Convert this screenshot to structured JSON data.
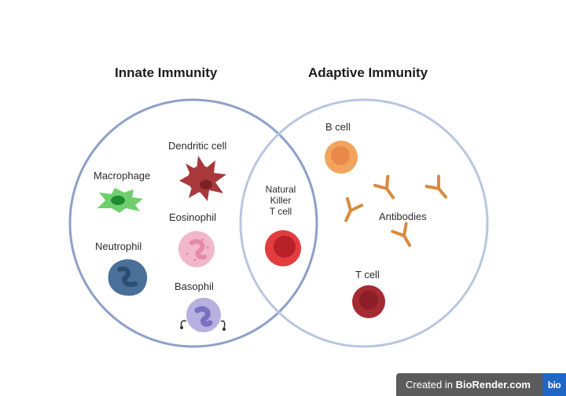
{
  "titles": {
    "innate": "Innate Immunity",
    "adaptive": "Adaptive Immunity"
  },
  "innate_cells": {
    "dendritic": "Dendritic cell",
    "macrophage": "Macrophage",
    "eosinophil": "Eosinophil",
    "neutrophil": "Neutrophil",
    "basophil": "Basophil"
  },
  "shared_cells": {
    "nk_line1": "Natural",
    "nk_line2": "Killer",
    "nk_line3": "T cell"
  },
  "adaptive_cells": {
    "b_cell": "B cell",
    "antibodies": "Antibodies",
    "t_cell": "T cell"
  },
  "watermark": {
    "prefix": "Created in ",
    "brand": "BioRender.com",
    "logo": "bio"
  },
  "colors": {
    "innate_circle": "#8da0c8",
    "adaptive_circle": "#b9c6df",
    "dendritic": "#a8383a",
    "macrophage": "#6fcf6f",
    "eosinophil": "#f3b7cc",
    "neutrophil": "#4a7099",
    "basophil": "#b7b0e0",
    "nk_cell": "#e23c3f",
    "b_cell": "#f2a45c",
    "antibody": "#d98a3d",
    "t_cell": "#a52a32"
  }
}
